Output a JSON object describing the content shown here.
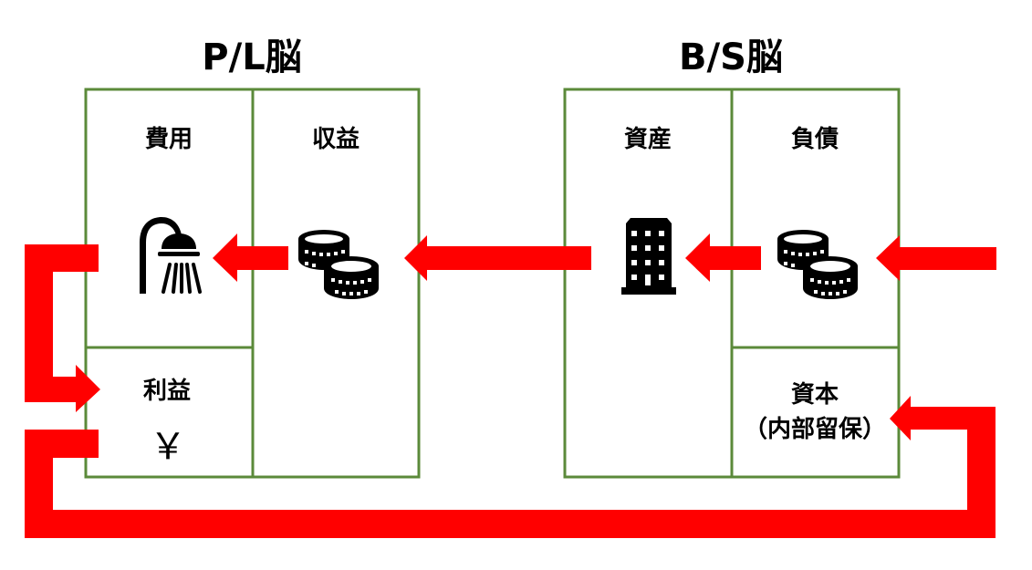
{
  "diagram": {
    "pl": {
      "title": "P/L脳",
      "cells": {
        "expense": {
          "label": "費用",
          "icon": "shower-icon"
        },
        "revenue": {
          "label": "収益",
          "icon": "coins-icon"
        },
        "profit": {
          "label": "利益",
          "symbol": "￥",
          "icon": "yen-icon"
        }
      }
    },
    "bs": {
      "title": "B/S脳",
      "cells": {
        "assets": {
          "label": "資産",
          "icon": "building-icon"
        },
        "liabilities": {
          "label": "負債",
          "icon": "coins-icon"
        },
        "equity": {
          "label": "資本",
          "sublabel": "（内部留保）"
        }
      }
    },
    "flows": [
      {
        "from": "external",
        "to": "liabilities"
      },
      {
        "from": "liabilities",
        "to": "assets"
      },
      {
        "from": "assets",
        "to": "revenue"
      },
      {
        "from": "revenue",
        "to": "expense"
      },
      {
        "from": "expense",
        "to": "profit"
      },
      {
        "from": "profit",
        "to": "equity"
      }
    ],
    "colors": {
      "box_border": "#5b8a3a",
      "arrow": "#ff0000"
    }
  }
}
